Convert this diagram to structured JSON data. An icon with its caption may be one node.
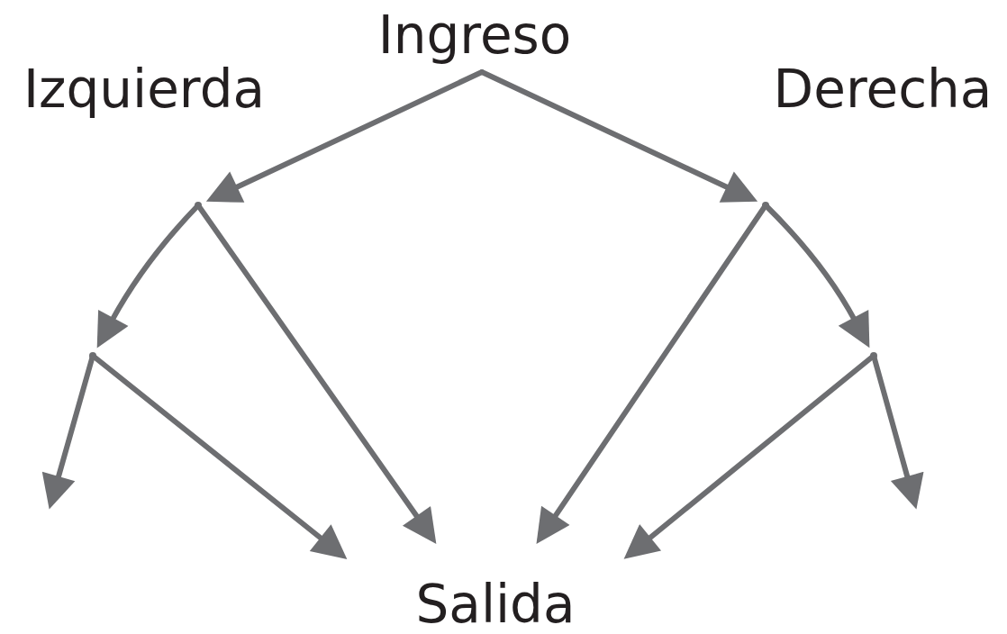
{
  "diagram": {
    "nodes": [
      {
        "text": [
          "Ingreso"
        ]
      },
      {
        "text": [
          "Salida"
        ]
      },
      {
        "text": [],
        "shape": "dot"
      },
      {
        "text": [],
        "shape": "dot"
      },
      {
        "text": [],
        "shape": "dot"
      },
      {
        "text": [],
        "shape": "dot"
      }
    ],
    "edges": [
      {
        "from": 0,
        "to": 2,
        "arrow": "to"
      },
      {
        "from": 0,
        "to": 4,
        "arrow": "to"
      },
      {
        "from": 2,
        "to": 3,
        "arrow": "to"
      },
      {
        "from": 2,
        "to": 1,
        "arrow": "to"
      },
      {
        "from": 3,
        "to": null,
        "arrow": "to"
      },
      {
        "from": 3,
        "to": 1,
        "arrow": "to"
      },
      {
        "from": 4,
        "to": 1,
        "arrow": "to"
      },
      {
        "from": 4,
        "to": 5,
        "arrow": "to"
      },
      {
        "from": 5,
        "to": 1,
        "arrow": "to"
      },
      {
        "from": 5,
        "to": null,
        "arrow": "to"
      }
    ],
    "labels": [
      "Izquierda",
      "Derecha"
    ]
  }
}
